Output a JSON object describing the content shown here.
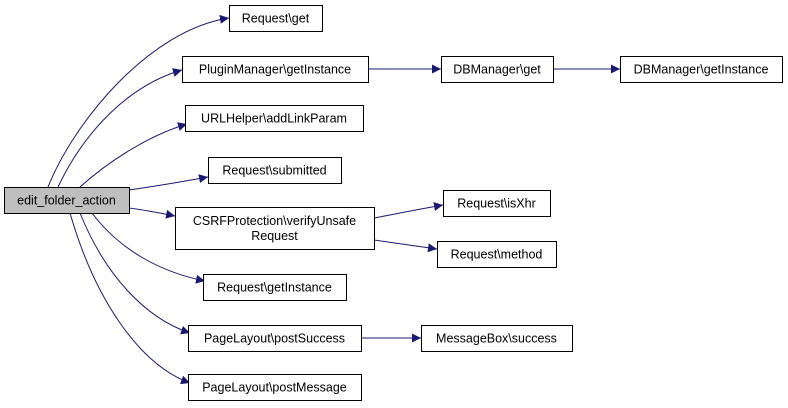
{
  "colors": {
    "edge": "#191970",
    "node_fill": "#ffffff",
    "root_fill": "#bfbfbf",
    "node_border": "#000000"
  },
  "root": {
    "id": "root",
    "lines": [
      "edit_folder_action"
    ]
  },
  "nodes": [
    {
      "id": "n1",
      "lines": [
        "Request\\get"
      ]
    },
    {
      "id": "n2",
      "lines": [
        "PluginManager\\getInstance"
      ]
    },
    {
      "id": "n3",
      "lines": [
        "DBManager\\get"
      ]
    },
    {
      "id": "n4",
      "lines": [
        "DBManager\\getInstance"
      ]
    },
    {
      "id": "n5",
      "lines": [
        "URLHelper\\addLinkParam"
      ]
    },
    {
      "id": "n6",
      "lines": [
        "Request\\submitted"
      ]
    },
    {
      "id": "n7",
      "lines": [
        "CSRFProtection\\verifyUnsafe",
        "Request"
      ]
    },
    {
      "id": "n8",
      "lines": [
        "Request\\isXhr"
      ]
    },
    {
      "id": "n9",
      "lines": [
        "Request\\method"
      ]
    },
    {
      "id": "n10",
      "lines": [
        "Request\\getInstance"
      ]
    },
    {
      "id": "n11",
      "lines": [
        "PageLayout\\postSuccess"
      ]
    },
    {
      "id": "n12",
      "lines": [
        "MessageBox\\success"
      ]
    },
    {
      "id": "n13",
      "lines": [
        "PageLayout\\postMessage"
      ]
    }
  ],
  "edges": [
    {
      "from": "root",
      "to": "n1"
    },
    {
      "from": "root",
      "to": "n2"
    },
    {
      "from": "root",
      "to": "n5"
    },
    {
      "from": "root",
      "to": "n6"
    },
    {
      "from": "root",
      "to": "n7"
    },
    {
      "from": "root",
      "to": "n10"
    },
    {
      "from": "root",
      "to": "n11"
    },
    {
      "from": "root",
      "to": "n13"
    },
    {
      "from": "n2",
      "to": "n3"
    },
    {
      "from": "n3",
      "to": "n4"
    },
    {
      "from": "n7",
      "to": "n8"
    },
    {
      "from": "n7",
      "to": "n9"
    },
    {
      "from": "n11",
      "to": "n12"
    }
  ]
}
